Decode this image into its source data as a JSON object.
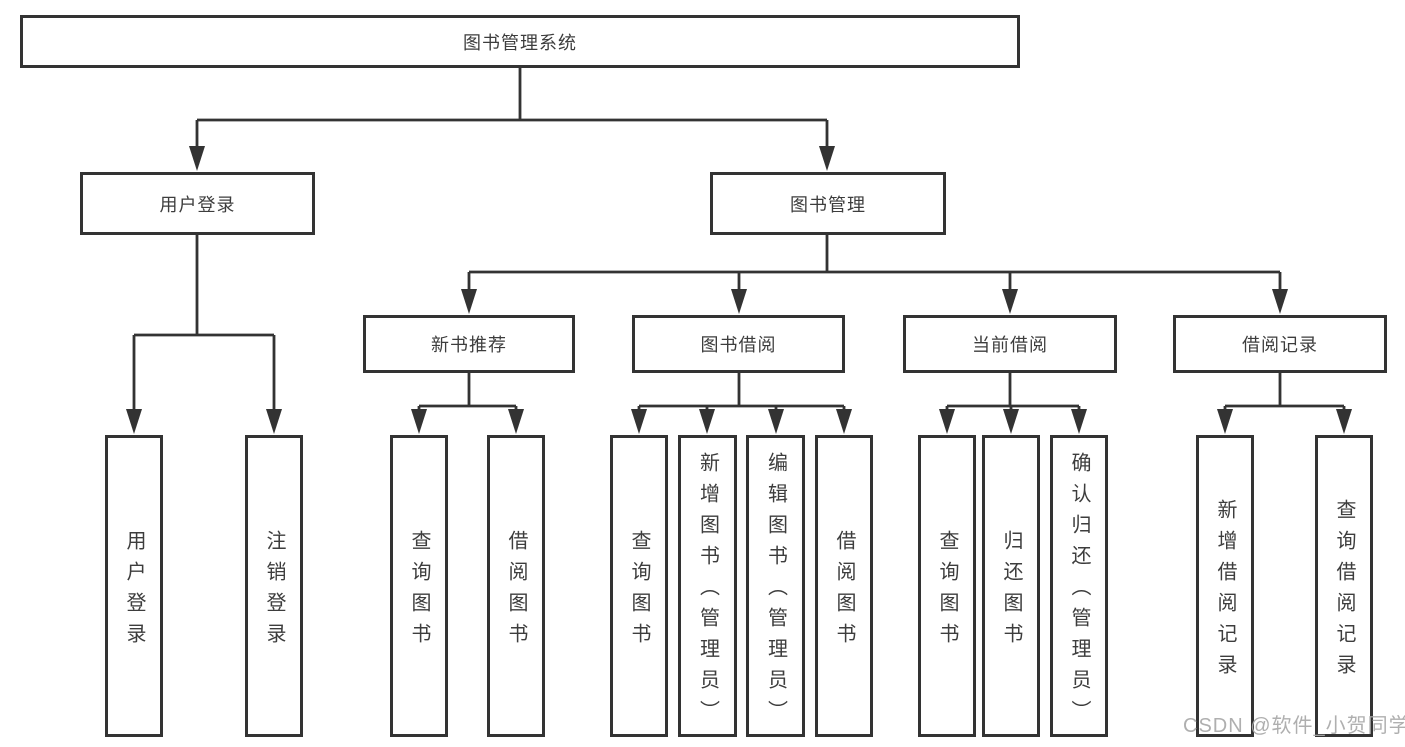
{
  "diagram": {
    "root": "图书管理系统",
    "level2": {
      "user_login": "用户登录",
      "book_management": "图书管理"
    },
    "level3": {
      "new_book_recommend": "新书推荐",
      "book_borrow": "图书借阅",
      "current_borrow": "当前借阅",
      "borrow_records": "借阅记录"
    },
    "leaves": {
      "user_login": [
        "用户登录",
        "注销登录"
      ],
      "new_book_recommend": [
        "查询图书",
        "借阅图书"
      ],
      "book_borrow": [
        "查询图书",
        "新增图书（管理员）",
        "编辑图书（管理员）",
        "借阅图书"
      ],
      "current_borrow": [
        "查询图书",
        "归还图书",
        "确认归还（管理员）"
      ],
      "borrow_records": [
        "新增借阅记录",
        "查询借阅记录"
      ]
    },
    "colors": {
      "line": "#333333",
      "text": "#3d3d3d",
      "background": "#ffffff",
      "watermark": "#a8a8a8"
    }
  },
  "watermark": "CSDN @软件_小贺同学"
}
